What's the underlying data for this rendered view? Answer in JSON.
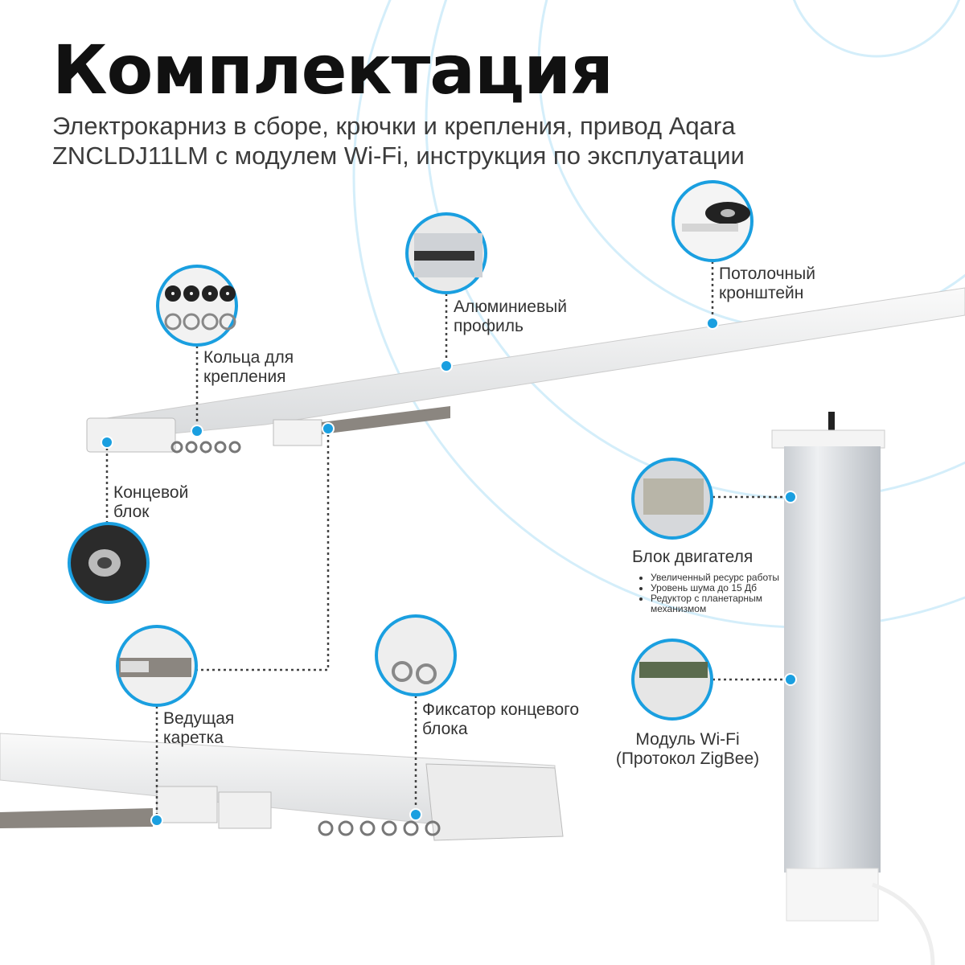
{
  "header": {
    "title": "Комплектация",
    "subtitle": "Электрокарниз в сборе, крючки и  крепления, привод Aqara ZNCLDJ11LM с модулем Wi-Fi, инструкция по эксплуатации"
  },
  "callouts": {
    "rings": "Кольца для крепления",
    "profile": "Алюминиевый профиль",
    "ceiling_bracket": "Потолочный кронштейн",
    "end_block": "Концевой блок",
    "carriage": "Ведущая каретка",
    "end_fixer": "Фиксатор концевого блока",
    "motor": "Блок двигателя",
    "motor_features": [
      "Увеличенный ресурс работы",
      "Уровень шума до 15 Дб",
      "Редуктор с планетарным механизмом"
    ],
    "wifi_line1": "Модуль Wi-Fi",
    "wifi_line2": "(Протокол ZigBee)"
  },
  "colors": {
    "accent": "#1a9fe0",
    "ring": "#d4eefa"
  }
}
